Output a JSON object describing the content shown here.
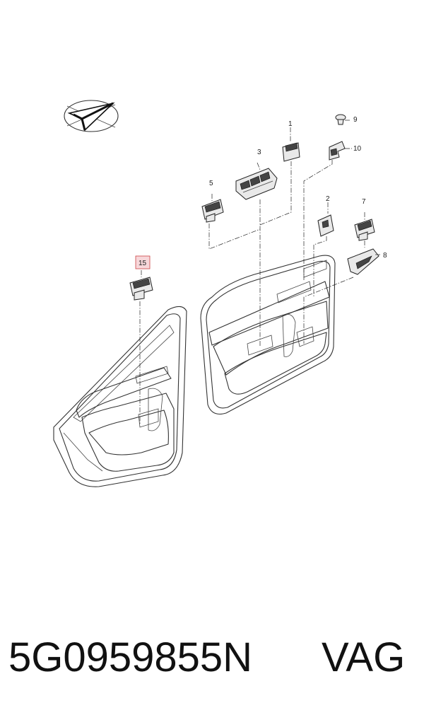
{
  "diagram": {
    "callouts": [
      "1",
      "2",
      "3",
      "5",
      "7",
      "8",
      "9",
      "10",
      "15"
    ],
    "highlight_color": "#c44"
  },
  "footer": {
    "part_number": "5G0959855N",
    "brand": "VAG"
  }
}
